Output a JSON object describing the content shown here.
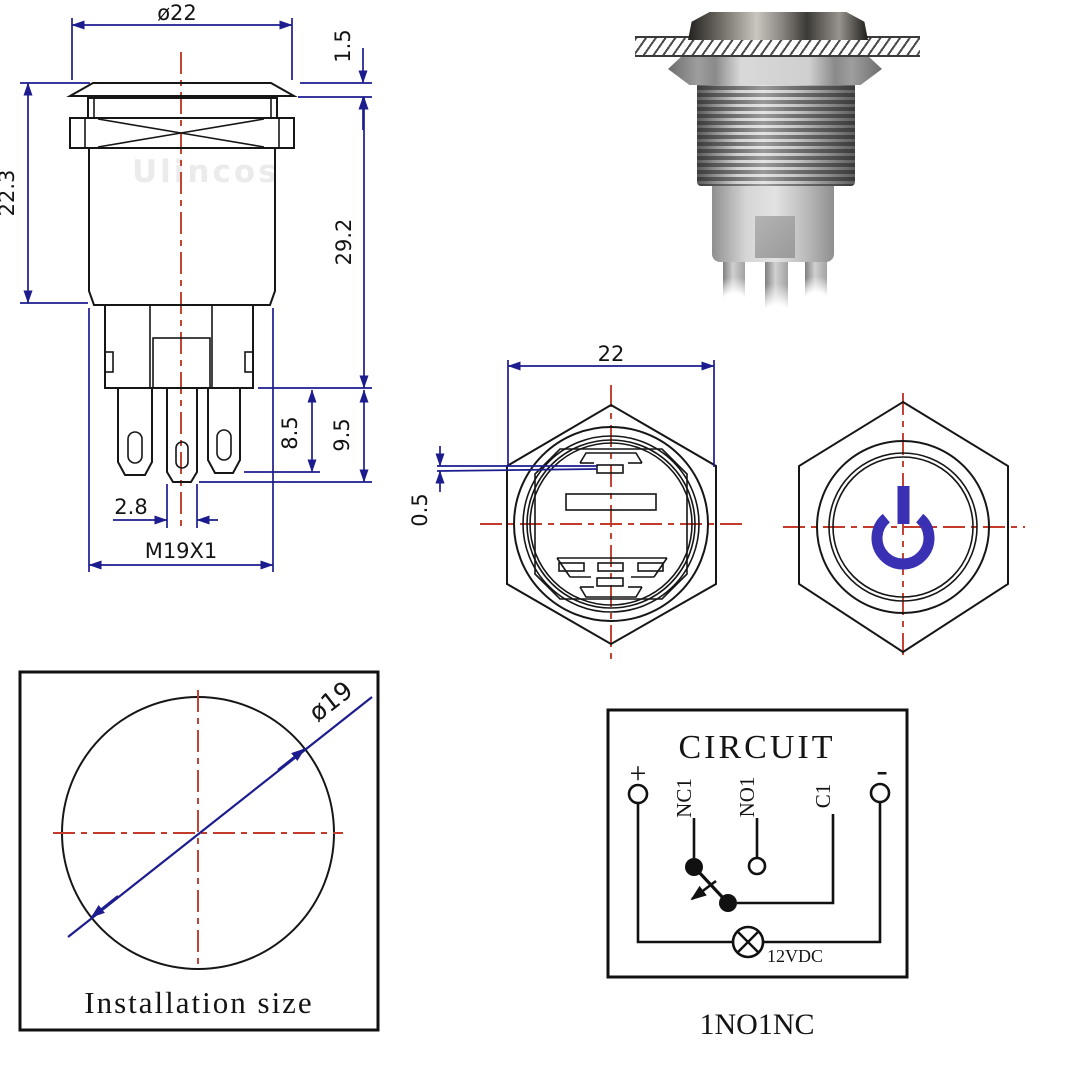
{
  "product": {
    "type": "19mm metal push button switch specification drawing",
    "watermark": "Ulincos"
  },
  "colors": {
    "outline": "#161616",
    "dimension_line": "#1c1c8e",
    "centerline_red": "#c23b2b",
    "power_symbol_blue": "#3a30b4",
    "background": "#ffffff",
    "watermark_gray": "#ebebeb"
  },
  "side_view": {
    "dim_diameter": "ø22",
    "dim_cap_thickness": "1.5",
    "dim_body_height": "22.3",
    "dim_overall_height": "29.2",
    "dim_pin_side": "8.5",
    "dim_pin_center": "9.5",
    "dim_pin_width": "2.8",
    "dim_thread": "M19X1"
  },
  "back_view": {
    "dim_across_flats": "22",
    "dim_slot": "0.5"
  },
  "front_view": {
    "symbol": "power"
  },
  "installation": {
    "dim_hole_diameter": "ø19",
    "caption": "Installation size"
  },
  "circuit": {
    "title": "CIRCUIT",
    "terminal_plus": "+",
    "terminal_minus": "-",
    "label_nc1": "NC1",
    "label_no1": "NO1",
    "label_c1": "C1",
    "lamp_voltage": "12VDC",
    "caption": "1NO1NC"
  }
}
